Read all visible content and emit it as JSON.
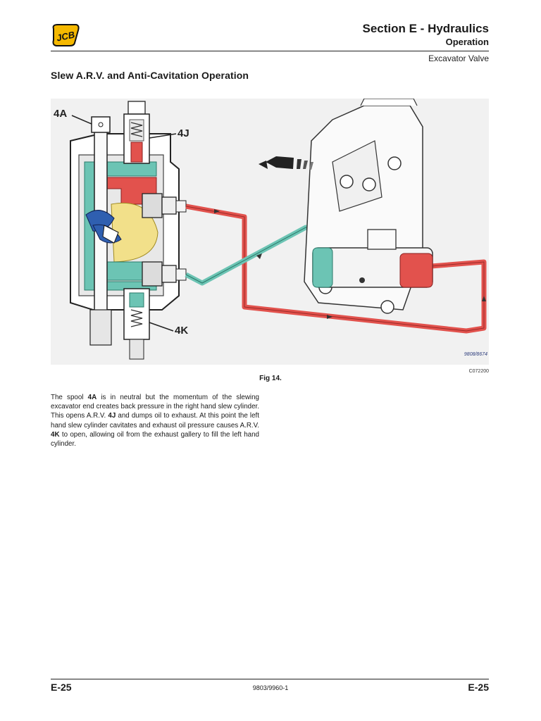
{
  "header": {
    "logo_text": "JCB",
    "section": "Section E - Hydraulics",
    "subsection": "Operation",
    "topic": "Excavator Valve"
  },
  "page_title": "Slew A.R.V. and Anti-Cavitation Operation",
  "figure": {
    "labels": {
      "spool": "4A",
      "arv_top": "4J",
      "arv_bottom": "4K"
    },
    "image_id": "9808/8674",
    "code": "C072200",
    "caption": "Fig 14.",
    "colors": {
      "pressure": "#e2524d",
      "exhaust": "#6cc4b4",
      "spool_blue": "#2f5fb0",
      "neutral_yellow": "#f2e08a"
    }
  },
  "body": {
    "p1": "The spool ",
    "b1": "4A",
    "p2": " is in neutral but the momentum of the slewing excavator end creates back pressure in the right hand slew cylinder. This opens A.R.V. ",
    "b2": "4J",
    "p3": " and dumps oil to exhaust. At this point the left hand slew cylinder cavitates and exhaust oil pressure causes A.R.V. ",
    "b3": "4K",
    "p4": " to open, allowing oil from the exhaust gallery to fill the left hand cylinder."
  },
  "footer": {
    "page_left": "E-25",
    "doc_number": "9803/9960-1",
    "page_right": "E-25"
  }
}
